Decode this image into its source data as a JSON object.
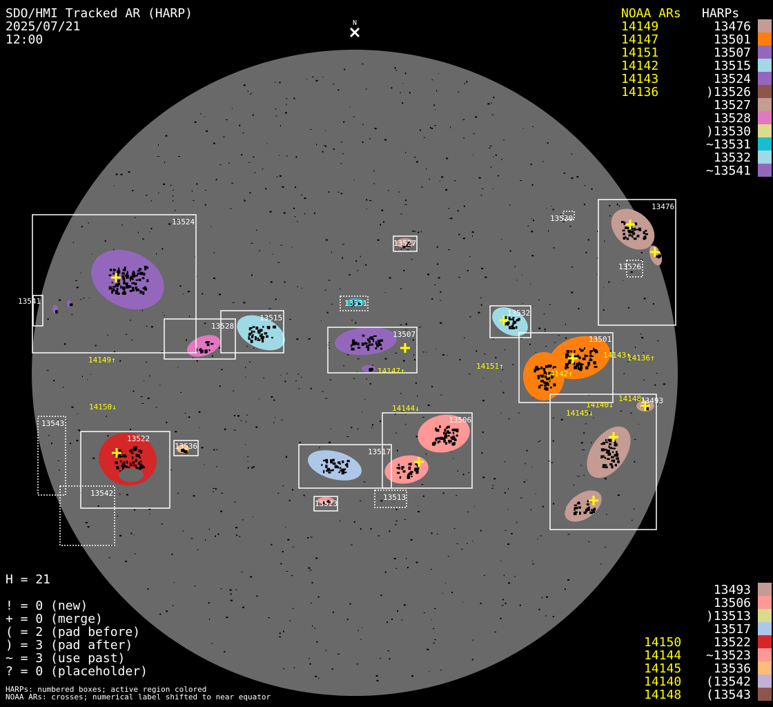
{
  "header": {
    "title": "SDO/HMI Tracked AR (HARP)",
    "date": "2025/07/21",
    "time": "12:00",
    "north_label": "N"
  },
  "legend_top": {
    "noaa_heading": "NOAA ARs",
    "harp_heading": "HARPs",
    "noaa": [
      "14149",
      "14147",
      "14151",
      "14142",
      "14143",
      "14136"
    ],
    "harps": [
      {
        "label": "13476",
        "color": "#c49c94"
      },
      {
        "label": "13501",
        "color": "#ff7f0e"
      },
      {
        "label": "13507",
        "color": "#9467bd"
      },
      {
        "label": "13515",
        "color": "#9edae5"
      },
      {
        "label": "13524",
        "color": "#9467bd"
      },
      {
        "label": ")13526",
        "color": "#8c564b"
      },
      {
        "label": "13527",
        "color": "#c49c94"
      },
      {
        "label": "13528",
        "color": "#e377c2"
      },
      {
        "label": ")13530",
        "color": "#dbdb8d"
      },
      {
        "label": "~13531",
        "color": "#17becf"
      },
      {
        "label": "13532",
        "color": "#9edae5"
      },
      {
        "label": "~13541",
        "color": "#9467bd"
      }
    ]
  },
  "legend_bottom": {
    "rows": [
      {
        "noaa": "",
        "label": "13493",
        "color": "#c49c94"
      },
      {
        "noaa": "",
        "label": "13506",
        "color": "#ff9896"
      },
      {
        "noaa": "",
        "label": ")13513",
        "color": "#dbdb8d"
      },
      {
        "noaa": "",
        "label": "13517",
        "color": "#aec7e8"
      },
      {
        "noaa": "14150",
        "label": "13522",
        "color": "#d62728"
      },
      {
        "noaa": "14144",
        "label": "~13523",
        "color": "#ff9896"
      },
      {
        "noaa": "14145",
        "label": "13536",
        "color": "#ffbb78"
      },
      {
        "noaa": "14140",
        "label": "(13542",
        "color": "#c5b0d5"
      },
      {
        "noaa": "14148",
        "label": "(13543",
        "color": "#8c564b"
      }
    ]
  },
  "stats": {
    "h": "H = 21",
    "lines": [
      "! = 0 (new)",
      "+ = 0 (merge)",
      "( = 2 (pad before)",
      ") = 3 (pad after)",
      "~ = 3 (use past)",
      "? = 0 (placeholder)"
    ],
    "note1": "HARPs: numbered boxes; active region colored",
    "note2": "NOAA ARs: crosses; numerical label shifted to near equator"
  },
  "disk": {
    "disk_color": "#696969",
    "box_labels": [
      "13524",
      "13541",
      "13528",
      "13515",
      "13531",
      "13527",
      "13507",
      "13532",
      "13501",
      "13476",
      "13530",
      "13526",
      "13493",
      "13506",
      "13517",
      "13513",
      "13523",
      "13522",
      "13536",
      "13542",
      "13543"
    ],
    "noaa_labels": [
      "14149↑",
      "14147↑",
      "14151↑",
      "14142↑",
      "14143↑",
      "14136↑",
      "14150↓",
      "14144↓",
      "14145↓",
      "14140↓",
      "14148↓"
    ]
  }
}
